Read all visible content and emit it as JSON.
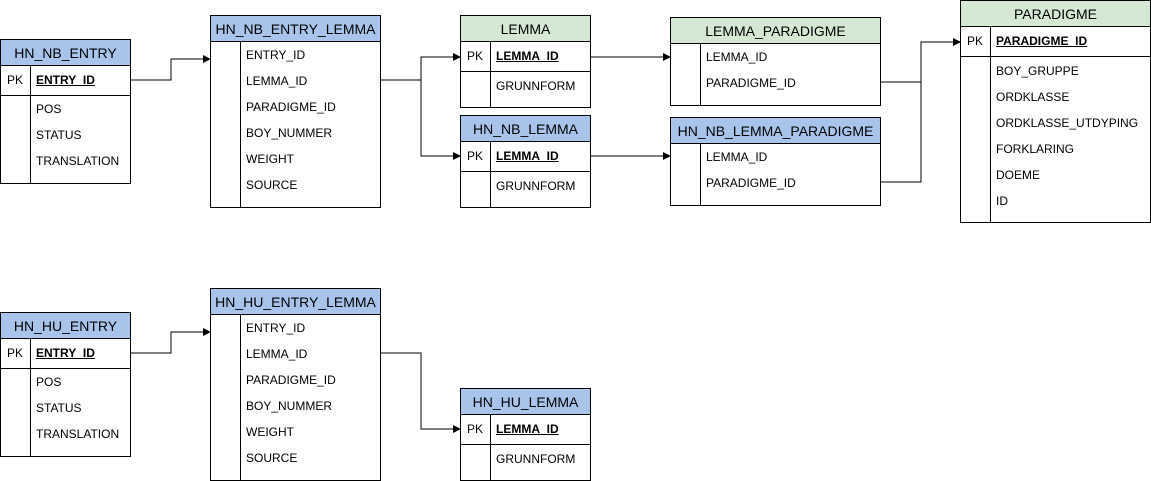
{
  "colors": {
    "blue_header": "#a9c4eb",
    "green_header": "#d5e8d4",
    "line": "#000000"
  },
  "pk_label": "PK",
  "tables": {
    "hn_nb_entry": {
      "title": "HN_NB_ENTRY",
      "pk": "ENTRY_ID",
      "attrs": [
        "POS",
        "STATUS",
        "TRANSLATION"
      ]
    },
    "hn_nb_entry_lemma": {
      "title": "HN_NB_ENTRY_LEMMA",
      "attrs": [
        "ENTRY_ID",
        "LEMMA_ID",
        "PARADIGME_ID",
        "BOY_NUMMER",
        "WEIGHT",
        "SOURCE"
      ]
    },
    "lemma": {
      "title": "LEMMA",
      "pk": "LEMMA_ID",
      "attrs": [
        "GRUNNFORM"
      ]
    },
    "hn_nb_lemma": {
      "title": "HN_NB_LEMMA",
      "pk": "LEMMA_ID",
      "attrs": [
        "GRUNNFORM"
      ]
    },
    "lemma_paradigme": {
      "title": "LEMMA_PARADIGME",
      "attrs": [
        "LEMMA_ID",
        "PARADIGME_ID"
      ]
    },
    "hn_nb_lemma_paradigme": {
      "title": "HN_NB_LEMMA_PARADIGME",
      "attrs": [
        "LEMMA_ID",
        "PARADIGME_ID"
      ]
    },
    "paradigme": {
      "title": "PARADIGME",
      "pk": "PARADIGME_ID",
      "attrs": [
        "BOY_GRUPPE",
        "ORDKLASSE",
        "ORDKLASSE_UTDYPING",
        "FORKLARING",
        "DOEME",
        "ID"
      ]
    },
    "hn_hu_entry": {
      "title": "HN_HU_ENTRY",
      "pk": "ENTRY_ID",
      "attrs": [
        "POS",
        "STATUS",
        "TRANSLATION"
      ]
    },
    "hn_hu_entry_lemma": {
      "title": "HN_HU_ENTRY_LEMMA",
      "attrs": [
        "ENTRY_ID",
        "LEMMA_ID",
        "PARADIGME_ID",
        "BOY_NUMMER",
        "WEIGHT",
        "SOURCE"
      ]
    },
    "hn_hu_lemma": {
      "title": "HN_HU_LEMMA",
      "pk": "LEMMA_ID",
      "attrs": [
        "GRUNNFORM"
      ]
    }
  }
}
